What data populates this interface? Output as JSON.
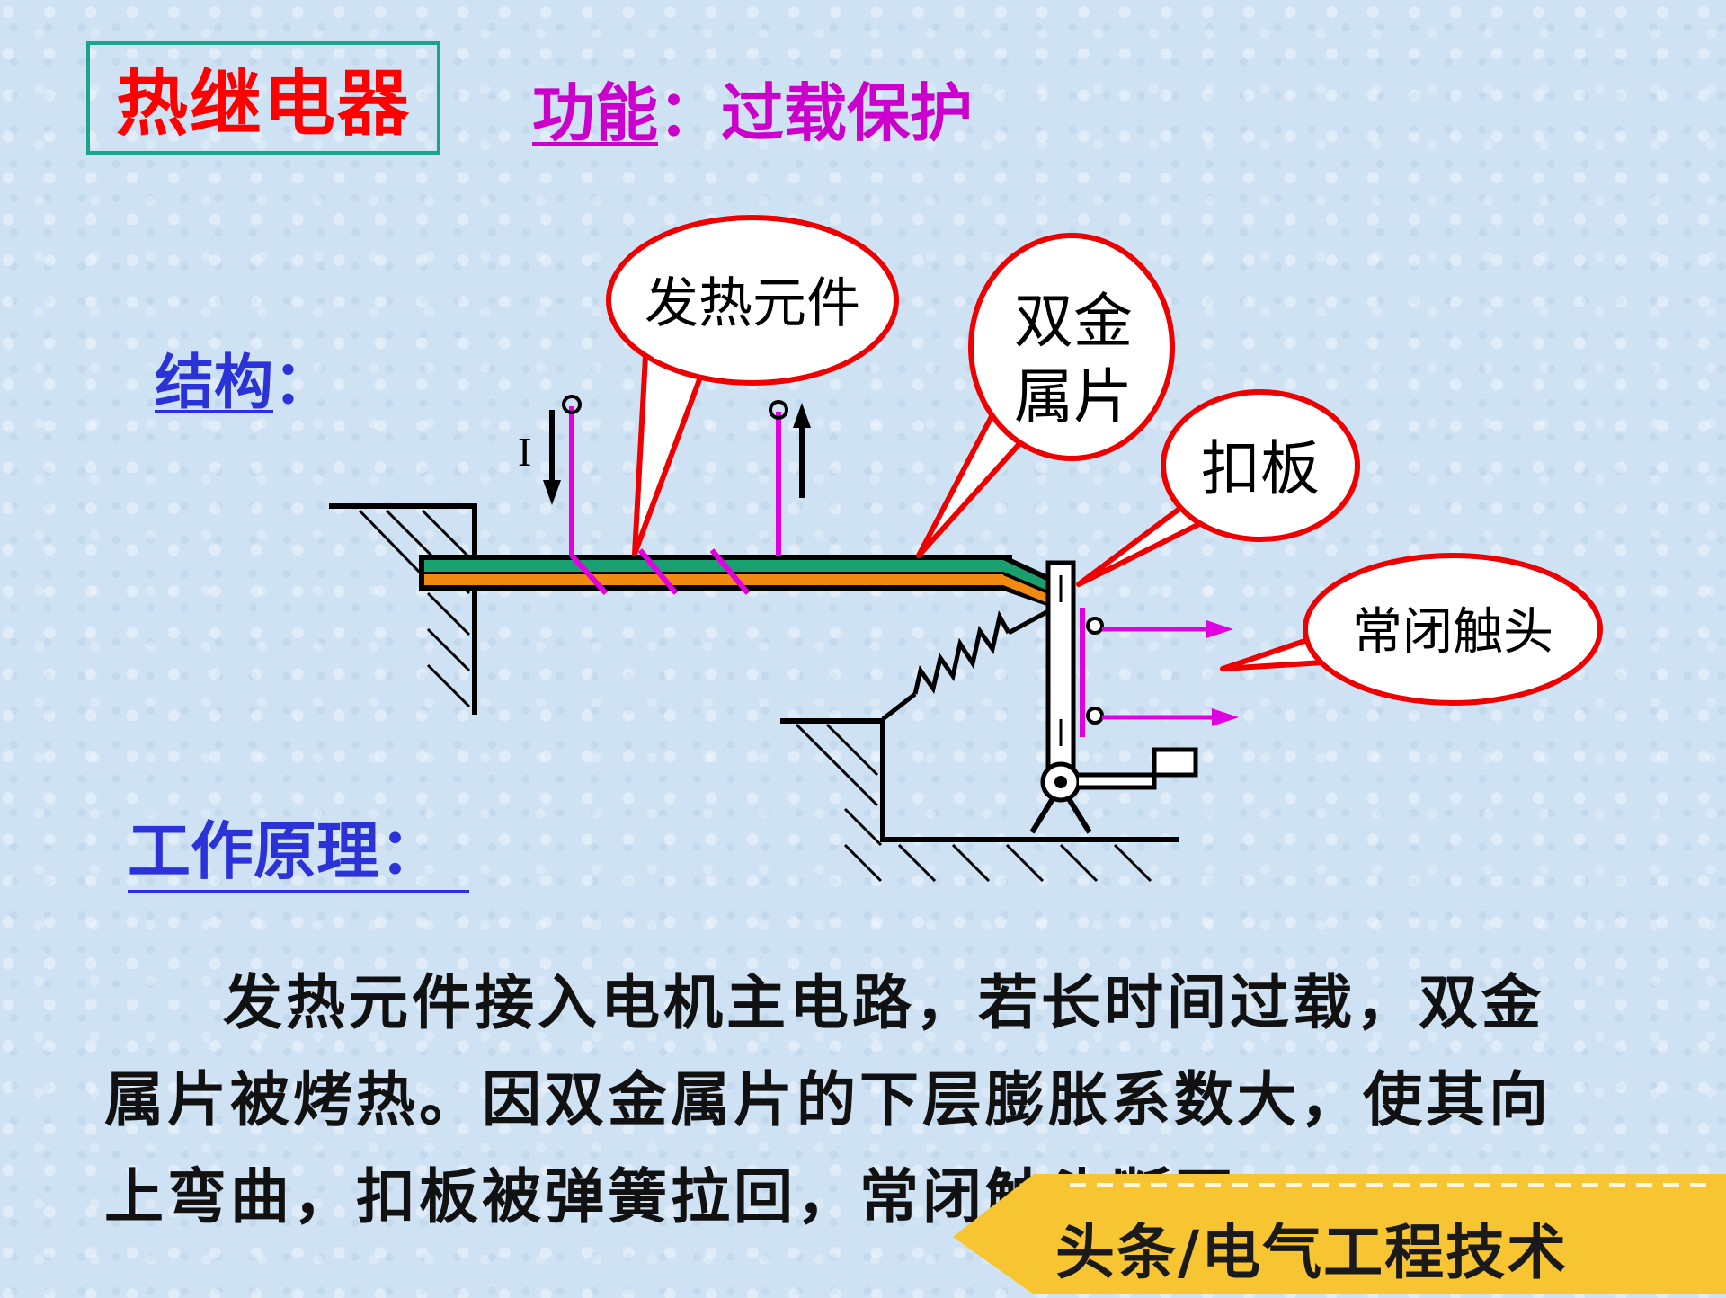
{
  "title": "热继电器",
  "function": {
    "label": "功能",
    "separator": "：",
    "value": "过载保护"
  },
  "structure": {
    "label": "结构",
    "separator": "："
  },
  "diagram": {
    "callouts": {
      "heater": "发热元件",
      "bimetal_line1": "双金",
      "bimetal_line2": "属片",
      "lever": "扣板",
      "contact": "常闭触头"
    },
    "current_label": "I"
  },
  "principle": {
    "label": "工作原理",
    "separator": "："
  },
  "description": "发热元件接入电机主电路，若长时间过载，双金属片被烤热。因双金属片的下层膨胀系数大，使其向上弯曲，扣板被弹簧拉回，常闭触头断开。",
  "watermark": "头条/电气工程技术",
  "colors": {
    "title": "#ff0000",
    "title_border": "#1aa58a",
    "function": "#cc00cc",
    "heading": "#2b32d8",
    "callout_border": "#ee0000",
    "heater_wire": "#e000e0",
    "bimetal_top": "#1aa070",
    "bimetal_bottom": "#f08a10",
    "watermark_bg": "#f7c531"
  }
}
